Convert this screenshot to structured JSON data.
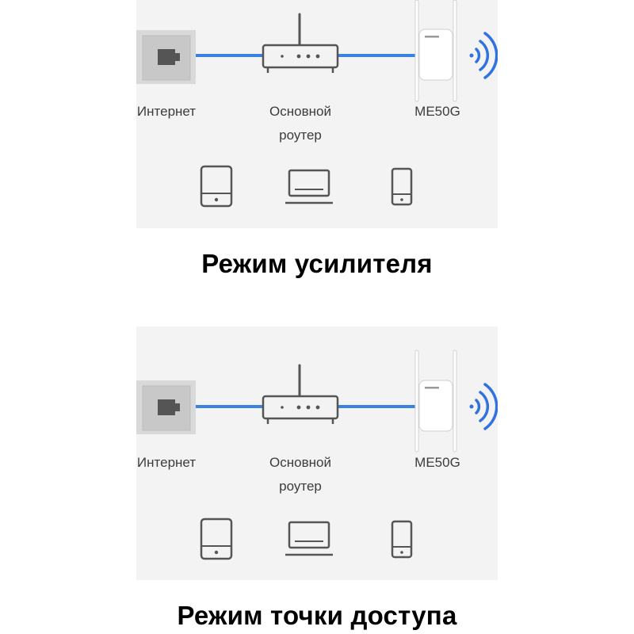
{
  "colors": {
    "panel_bg": "#f3f3f3",
    "cable": "#3a82e0",
    "wifi": "#2f72e0",
    "device_line": "#555555",
    "text": "#3c3c3c",
    "caption": "#000000"
  },
  "diagrams": [
    {
      "labels": {
        "internet": "Интернет",
        "main_router_line1": "Основной",
        "main_router_line2": "роутер",
        "extender": "ME50G"
      },
      "caption": "Режим усилителя"
    },
    {
      "labels": {
        "internet": "Интернет",
        "main_router_line1": "Основной",
        "main_router_line2": "роутер",
        "extender": "ME50G"
      },
      "caption": "Режим точки доступа"
    }
  ],
  "icons": [
    "wall-socket-icon",
    "router-icon",
    "range-extender-icon",
    "wifi-signal-icon",
    "tablet-icon",
    "laptop-icon",
    "phone-icon"
  ]
}
